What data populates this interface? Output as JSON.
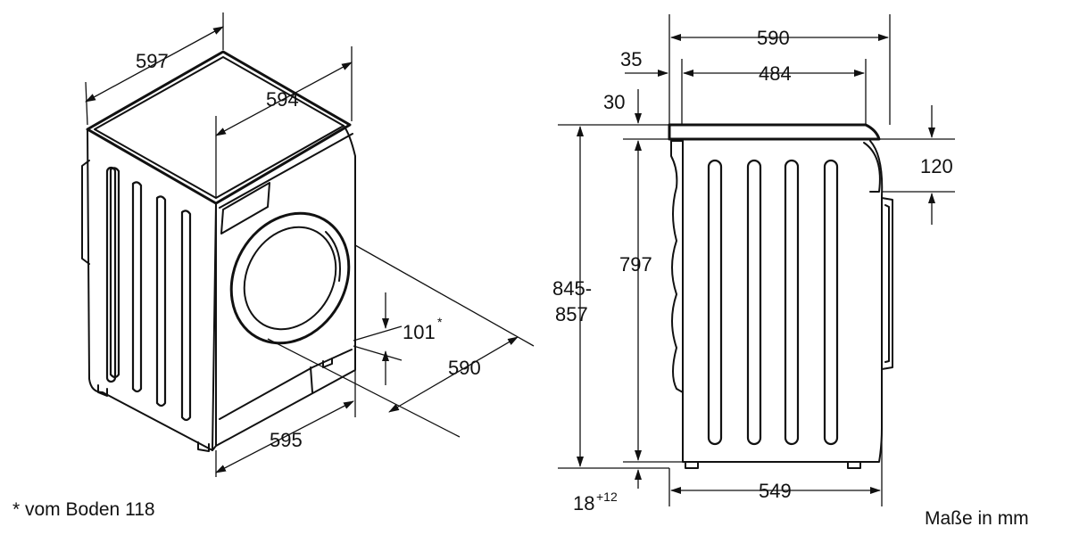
{
  "isometric_view": {
    "width": "597",
    "depth": "594",
    "toe_height": "101",
    "toe_height_asterisk": "*",
    "total_depth": "590",
    "front_width": "595"
  },
  "side_view": {
    "overall_depth": "590",
    "top_offset": "35",
    "top_depth": "484",
    "top_thickness": "30",
    "total_height_min": "845-",
    "total_height_max": "857",
    "body_height": "797",
    "control_height": "120",
    "foot_height": "18",
    "foot_tolerance": "+12",
    "base_depth": "549"
  },
  "footnote": "* vom Boden 118",
  "units_note": "Maße in mm"
}
